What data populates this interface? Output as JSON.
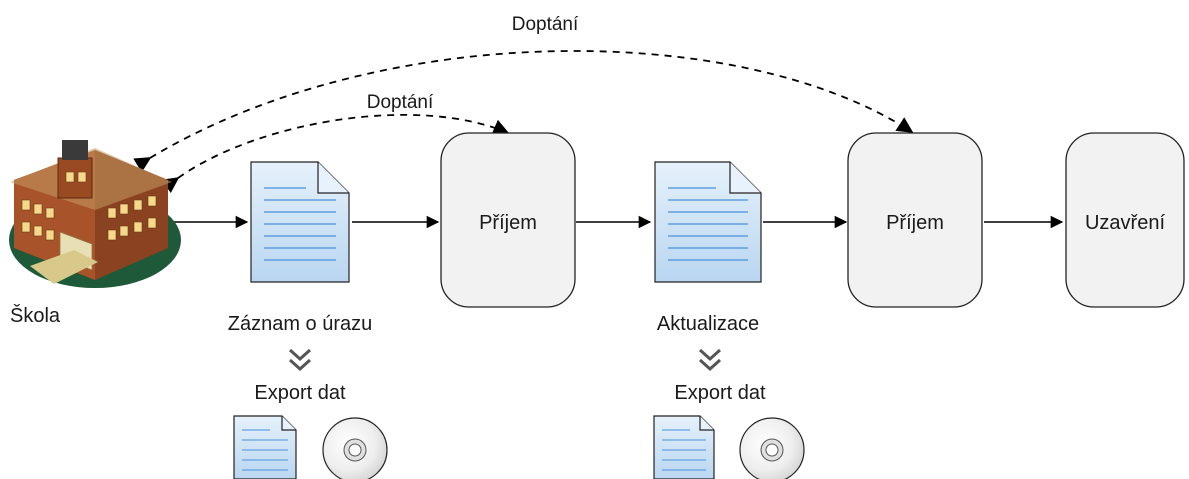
{
  "nodes": {
    "school": "Škola",
    "incident_record": "Záznam o úrazu",
    "intake_1": "Příjem",
    "update": "Aktualizace",
    "intake_2": "Příjem",
    "closing": "Uzavření"
  },
  "feedback": {
    "short_loop": "Doptání",
    "long_loop": "Doptání"
  },
  "exports": {
    "first": "Export dat",
    "second": "Export dat"
  },
  "icons": {
    "school": "school-building-icon",
    "document": "document-icon",
    "disc": "cd-disc-icon",
    "chevron": "double-chevron-down-icon"
  },
  "colors": {
    "process_fill": "#f2f2f2",
    "document_fill": "#cfe4f7",
    "document_lines": "#4a90d9",
    "arrow": "#000000",
    "chevron": "#555555"
  }
}
